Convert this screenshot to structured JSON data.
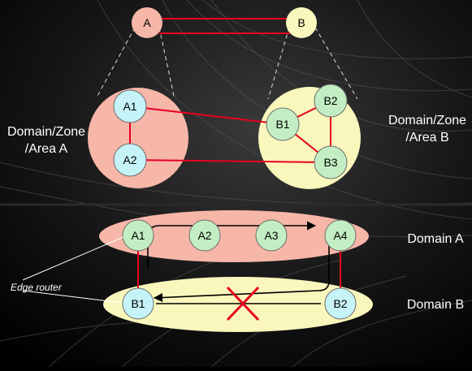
{
  "top": {
    "super_nodes": [
      {
        "id": "A",
        "label": "A"
      },
      {
        "id": "B",
        "label": "B"
      }
    ],
    "domain_a": {
      "label_line1": "Domain/Zone",
      "label_line2": "/Area A",
      "nodes": [
        {
          "id": "A1",
          "label": "A1"
        },
        {
          "id": "A2",
          "label": "A2"
        }
      ]
    },
    "domain_b": {
      "label_line1": "Domain/Zone",
      "label_line2": "/Area B",
      "nodes": [
        {
          "id": "B1",
          "label": "B1"
        },
        {
          "id": "B2",
          "label": "B2"
        },
        {
          "id": "B3",
          "label": "B3"
        }
      ]
    }
  },
  "bottom": {
    "domain_a": {
      "label": "Domain A",
      "nodes": [
        {
          "id": "A1",
          "label": "A1"
        },
        {
          "id": "A2",
          "label": "A2"
        },
        {
          "id": "A3",
          "label": "A3"
        },
        {
          "id": "A4",
          "label": "A4"
        }
      ]
    },
    "domain_b": {
      "label": "Domain B",
      "nodes": [
        {
          "id": "B1",
          "label": "B1"
        },
        {
          "id": "B2",
          "label": "B2"
        }
      ]
    },
    "edge_router_label": "Edge router"
  },
  "colors": {
    "domain_a_fill": "#f6b6a8",
    "domain_b_fill": "#faf7bd",
    "node_cyan": "#c6f3f7",
    "node_green": "#c3eec3",
    "link_red": "#e8001f",
    "label_white": "#ffffff"
  }
}
